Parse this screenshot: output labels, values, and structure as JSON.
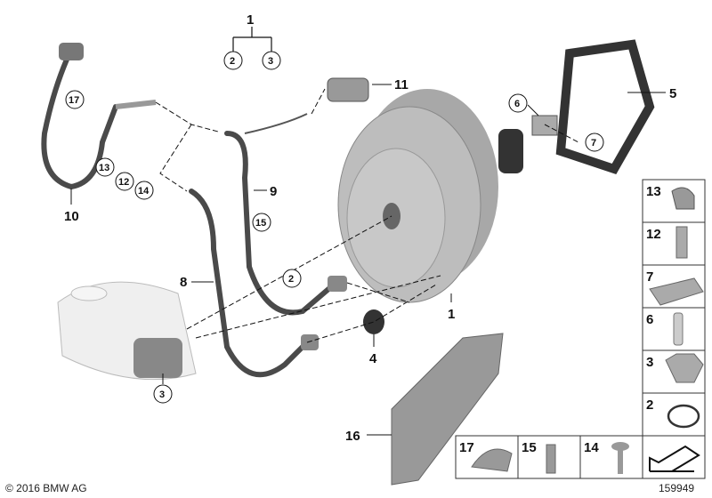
{
  "copyright": "© 2016 BMW AG",
  "diagram_id": "159949",
  "colors": {
    "part": "#b9b9b9",
    "hose": "#4a4a4a",
    "reservoir": "#efefef",
    "line": "#111111"
  },
  "callouts": {
    "top_assembly": "1",
    "top_sub_a": "2",
    "top_sub_b": "3",
    "c17": "17",
    "c13": "13",
    "c12": "12",
    "c14": "14",
    "c10": "10",
    "c11": "11",
    "c5": "5",
    "c6": "6",
    "c7": "7",
    "c9": "9",
    "c15": "15",
    "c8": "8",
    "c2": "2",
    "c1": "1",
    "c4": "4",
    "c3": "3",
    "c16": "16"
  },
  "legend_column": [
    "13",
    "12",
    "7",
    "6",
    "3",
    "2"
  ],
  "legend_bottom": [
    "17",
    "15",
    "14"
  ]
}
